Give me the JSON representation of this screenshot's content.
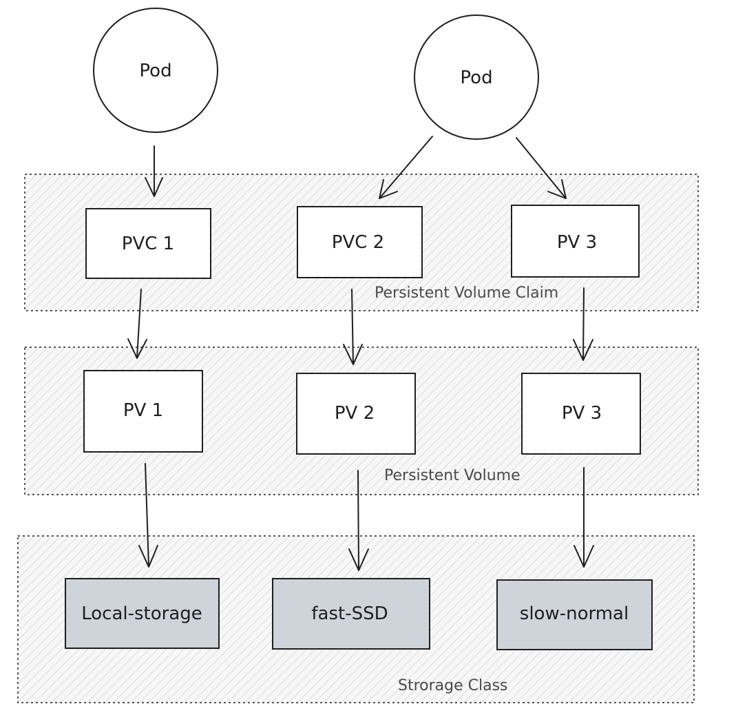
{
  "pods": [
    {
      "label": "Pod"
    },
    {
      "label": "Pod"
    }
  ],
  "groups": {
    "pvc": {
      "label": "Persistent Volume Claim"
    },
    "pv": {
      "label": "Persistent Volume"
    },
    "sc": {
      "label": "Strorage Class"
    }
  },
  "pvc_row": [
    {
      "label": "PVC 1"
    },
    {
      "label": "PVC 2"
    },
    {
      "label": "PV 3"
    }
  ],
  "pv_row": [
    {
      "label": "PV 1"
    },
    {
      "label": "PV 2"
    },
    {
      "label": "PV 3"
    }
  ],
  "sc_row": [
    {
      "label": "Local-storage"
    },
    {
      "label": "fast-SSD"
    },
    {
      "label": "slow-normal"
    }
  ],
  "colors": {
    "stroke": "#1e1e1e",
    "storage_class_fill": "#ced4da",
    "hatch": "#dcdcdc"
  }
}
